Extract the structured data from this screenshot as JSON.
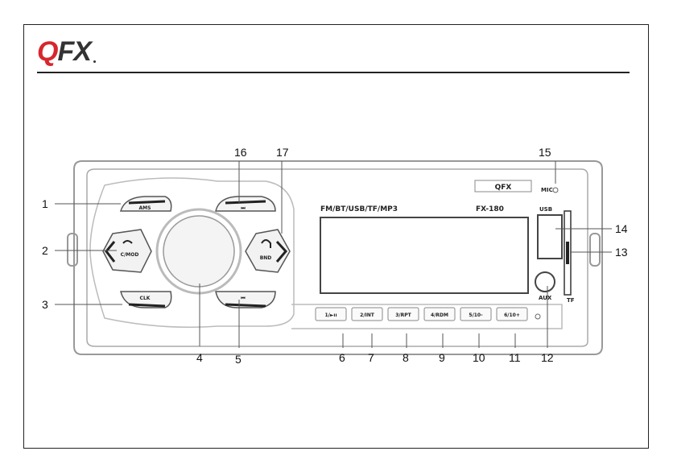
{
  "brand": {
    "logo_q": "Q",
    "logo_fx": "FX",
    "brand_color": "#d7262d",
    "text_color": "#333333"
  },
  "device": {
    "faceplate_logo": "QFX",
    "modes": "FM/BT/USB/TF/MP3",
    "model": "FX-180",
    "mic_label": "MIC",
    "usb_label": "USB",
    "aux_label": "AUX",
    "tf_label": "TF",
    "buttons": {
      "ams": "AMS",
      "call": "C/MOD",
      "clk": "CLK",
      "next": "⏭",
      "prev": "⏮",
      "band": "BND"
    },
    "presets": [
      "1/►ıı",
      "2/INT",
      "3/RPT",
      "4/RDM",
      "5/10-",
      "6/10+"
    ]
  },
  "callouts": [
    "1",
    "2",
    "3",
    "4",
    "5",
    "6",
    "7",
    "8",
    "9",
    "10",
    "11",
    "12",
    "13",
    "14",
    "15",
    "16",
    "17"
  ]
}
